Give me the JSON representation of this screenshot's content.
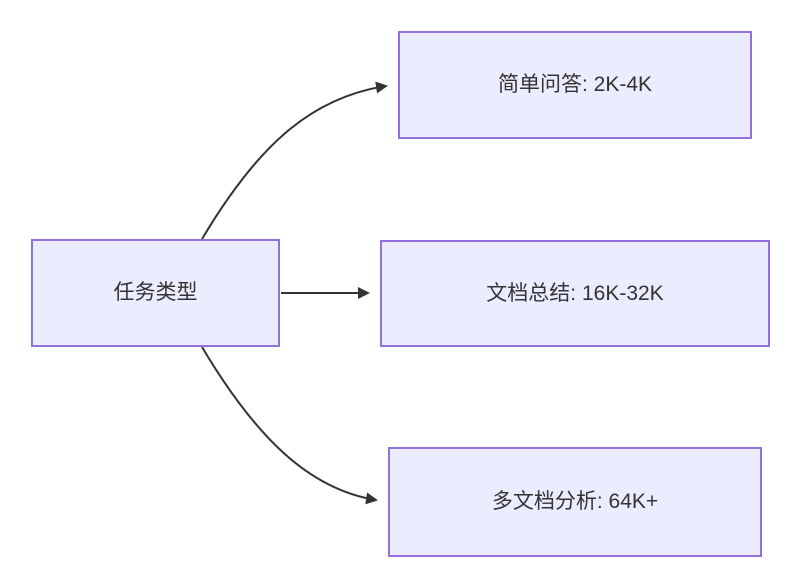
{
  "diagram": {
    "type": "flowchart",
    "direction": "left-to-right",
    "nodes": {
      "center": {
        "label": "任务类型"
      },
      "top": {
        "label": "简单问答: 2K-4K"
      },
      "middle": {
        "label": "文档总结: 16K-32K"
      },
      "bottom": {
        "label": "多文档分析: 64K+"
      }
    },
    "edges": [
      {
        "from": "任务类型",
        "to": "简单问答: 2K-4K",
        "style": "curved-up-arrow"
      },
      {
        "from": "任务类型",
        "to": "文档总结: 16K-32K",
        "style": "straight-arrow"
      },
      {
        "from": "任务类型",
        "to": "多文档分析: 64K+",
        "style": "curved-down-arrow"
      }
    ],
    "colors": {
      "node_fill": "#ECECFF",
      "node_border": "#9370DB",
      "arrow": "#333333",
      "text": "#333333",
      "background": "#FFFFFF"
    }
  }
}
